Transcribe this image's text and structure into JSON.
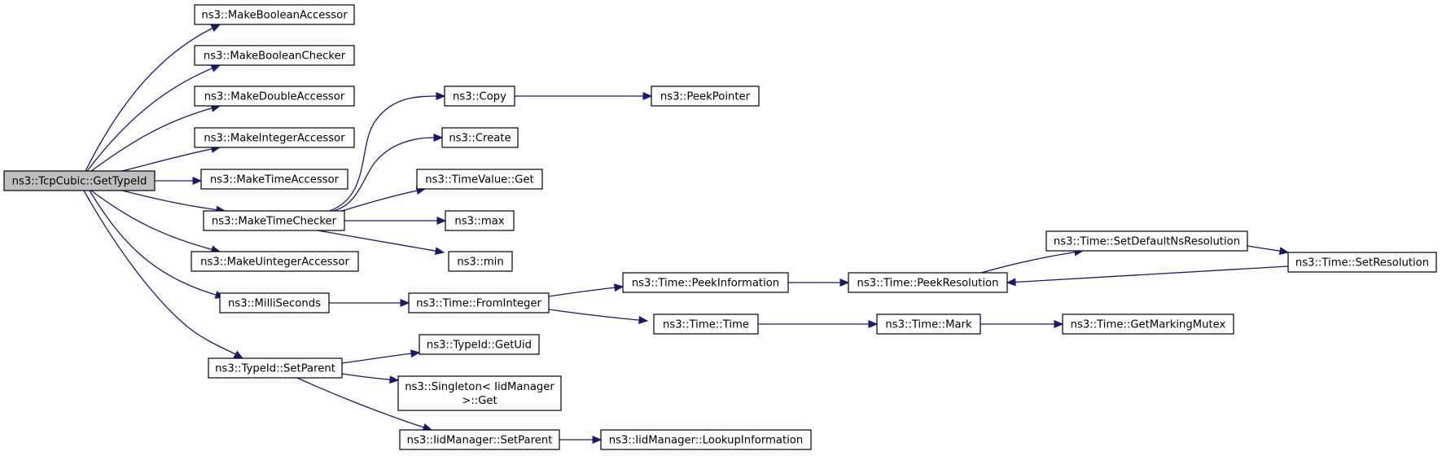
{
  "nodes": [
    {
      "id": "root",
      "lines": [
        "ns3::TcpCubic::GetTypeId"
      ],
      "root": true
    },
    {
      "id": "mkboolacc",
      "lines": [
        "ns3::MakeBooleanAccessor"
      ]
    },
    {
      "id": "mkboolchk",
      "lines": [
        "ns3::MakeBooleanChecker"
      ]
    },
    {
      "id": "mkdblacc",
      "lines": [
        "ns3::MakeDoubleAccessor"
      ]
    },
    {
      "id": "mkintacc",
      "lines": [
        "ns3::MakeIntegerAccessor"
      ]
    },
    {
      "id": "mktimeacc",
      "lines": [
        "ns3::MakeTimeAccessor"
      ]
    },
    {
      "id": "mktimechk",
      "lines": [
        "ns3::MakeTimeChecker"
      ]
    },
    {
      "id": "mkuintacc",
      "lines": [
        "ns3::MakeUintegerAccessor"
      ]
    },
    {
      "id": "millisec",
      "lines": [
        "ns3::MilliSeconds"
      ]
    },
    {
      "id": "setparent",
      "lines": [
        "ns3::TypeId::SetParent"
      ]
    },
    {
      "id": "copy",
      "lines": [
        "ns3::Copy"
      ]
    },
    {
      "id": "peekptr",
      "lines": [
        "ns3::PeekPointer"
      ]
    },
    {
      "id": "create",
      "lines": [
        "ns3::Create"
      ]
    },
    {
      "id": "tvget",
      "lines": [
        "ns3::TimeValue::Get"
      ]
    },
    {
      "id": "max",
      "lines": [
        "ns3::max"
      ]
    },
    {
      "id": "min",
      "lines": [
        "ns3::min"
      ]
    },
    {
      "id": "fromint",
      "lines": [
        "ns3::Time::FromInteger"
      ]
    },
    {
      "id": "peekinfo",
      "lines": [
        "ns3::Time::PeekInformation"
      ]
    },
    {
      "id": "peekres",
      "lines": [
        "ns3::Time::PeekResolution"
      ]
    },
    {
      "id": "setdefns",
      "lines": [
        "ns3::Time::SetDefaultNsResolution"
      ]
    },
    {
      "id": "setres",
      "lines": [
        "ns3::Time::SetResolution"
      ]
    },
    {
      "id": "timetime",
      "lines": [
        "ns3::Time::Time"
      ]
    },
    {
      "id": "mark",
      "lines": [
        "ns3::Time::Mark"
      ]
    },
    {
      "id": "getmutex",
      "lines": [
        "ns3::Time::GetMarkingMutex"
      ]
    },
    {
      "id": "getuid",
      "lines": [
        "ns3::TypeId::GetUid"
      ]
    },
    {
      "id": "singleton",
      "lines": [
        "ns3::Singleton< IidManager",
        ">::Get"
      ]
    },
    {
      "id": "iidsetparent",
      "lines": [
        "ns3::IidManager::SetParent"
      ]
    },
    {
      "id": "lookup",
      "lines": [
        "ns3::IidManager::LookupInformation"
      ]
    }
  ],
  "edges": [
    {
      "from": "root",
      "to": "mkboolacc"
    },
    {
      "from": "root",
      "to": "mkboolchk"
    },
    {
      "from": "root",
      "to": "mkdblacc"
    },
    {
      "from": "root",
      "to": "mkintacc"
    },
    {
      "from": "root",
      "to": "mktimeacc"
    },
    {
      "from": "root",
      "to": "mktimechk"
    },
    {
      "from": "root",
      "to": "mkuintacc"
    },
    {
      "from": "root",
      "to": "millisec"
    },
    {
      "from": "root",
      "to": "setparent"
    },
    {
      "from": "mktimechk",
      "to": "copy"
    },
    {
      "from": "mktimechk",
      "to": "create"
    },
    {
      "from": "mktimechk",
      "to": "tvget"
    },
    {
      "from": "mktimechk",
      "to": "max"
    },
    {
      "from": "mktimechk",
      "to": "min"
    },
    {
      "from": "copy",
      "to": "peekptr"
    },
    {
      "from": "millisec",
      "to": "fromint"
    },
    {
      "from": "fromint",
      "to": "peekinfo"
    },
    {
      "from": "fromint",
      "to": "timetime"
    },
    {
      "from": "peekinfo",
      "to": "peekres"
    },
    {
      "from": "peekres",
      "to": "setdefns"
    },
    {
      "from": "setdefns",
      "to": "setres"
    },
    {
      "from": "setres",
      "to": "peekres"
    },
    {
      "from": "timetime",
      "to": "mark"
    },
    {
      "from": "mark",
      "to": "getmutex"
    },
    {
      "from": "setparent",
      "to": "getuid"
    },
    {
      "from": "setparent",
      "to": "singleton"
    },
    {
      "from": "setparent",
      "to": "iidsetparent"
    },
    {
      "from": "iidsetparent",
      "to": "lookup"
    }
  ],
  "colors": {
    "edge": "#191970",
    "node_border": "#000000",
    "node_fill": "#ffffff",
    "root_fill": "#bfbfbf"
  }
}
